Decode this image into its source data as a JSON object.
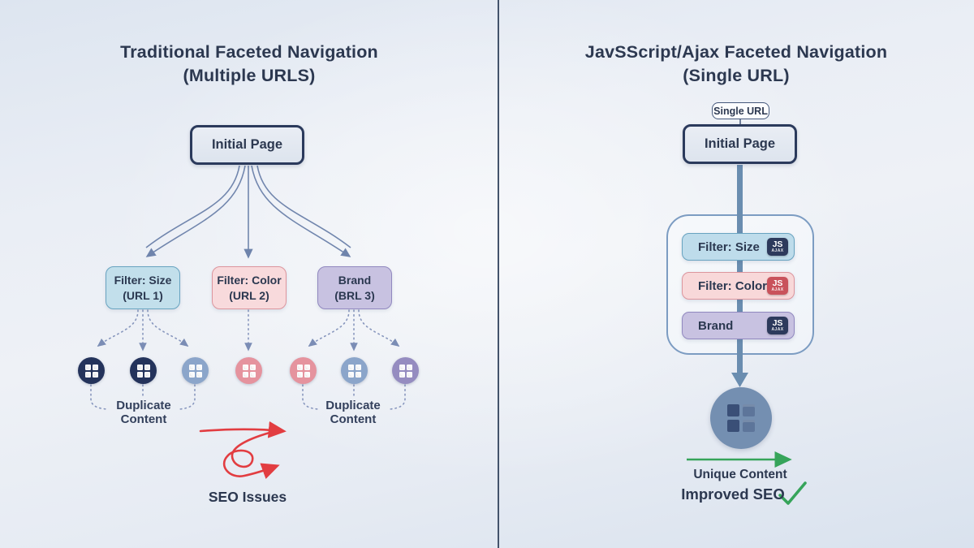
{
  "left_panel": {
    "title_line1": "Traditional Faceted Navigation",
    "title_line2": "(Multiple URLS)",
    "initial_page_label": "Initial Page",
    "filter_boxes": [
      {
        "line1": "Filter: Size",
        "line2": "(URL 1)"
      },
      {
        "line1": "Filter: Color",
        "line2": "(URL 2)"
      },
      {
        "line1": "Brand",
        "line2": "(BRL 3)"
      }
    ],
    "result_page_icon_colors": [
      "navy",
      "navy",
      "steel-blue",
      "rose",
      "rose",
      "steel-blue",
      "purple"
    ],
    "duplicate_labels": [
      {
        "line1": "Duplicate",
        "line2": "Content"
      },
      {
        "line1": "Duplicate",
        "line2": "Content"
      }
    ],
    "seo_issues_label": "SEO Issues"
  },
  "right_panel": {
    "title_line1": "JavSScript/Ajax Faceted Navigation",
    "title_line2": "(Single URL)",
    "single_url_tag": "Single URL",
    "initial_page_label": "Initial Page",
    "filter_pills": [
      {
        "label": "Filter: Size",
        "badge_top": "JS",
        "badge_bottom": "AJAX",
        "badge_color": "#2d3a5c"
      },
      {
        "label": "Filter: Color",
        "badge_top": "JS",
        "badge_bottom": "AJAX",
        "badge_color": "#c9525b"
      },
      {
        "label": "Brand",
        "badge_top": "JS",
        "badge_bottom": "AJAX",
        "badge_color": "#2d3a5c"
      }
    ],
    "unique_content_label": "Unique Content",
    "improved_seo_label": "Improved SEO"
  },
  "icons": {
    "result_page_icon": "grid-page-icon",
    "tangled_arrow": "tangled-red-arrow-icon",
    "unique_content_icon": "grid-page-icon-large",
    "checkmark": "green-checkmark-icon",
    "down_arrow": "thick-down-arrow-icon",
    "forward_arrow": "green-right-arrow-icon"
  },
  "colors": {
    "background": "#e8edf4",
    "divider": "#43536b",
    "navy": "#2b3a5c",
    "steel_blue": "#8ba5ca",
    "rose": "#e5939e",
    "purple": "#958cc0",
    "blue_fill": "#c2dfeb",
    "pink_fill": "#f8dadc",
    "purple_fill": "#c8c2e1",
    "connector_blue": "#7186ad",
    "thick_arrow": "#6a8db0",
    "red_accent": "#e23d41",
    "green_accent": "#36a45a"
  }
}
